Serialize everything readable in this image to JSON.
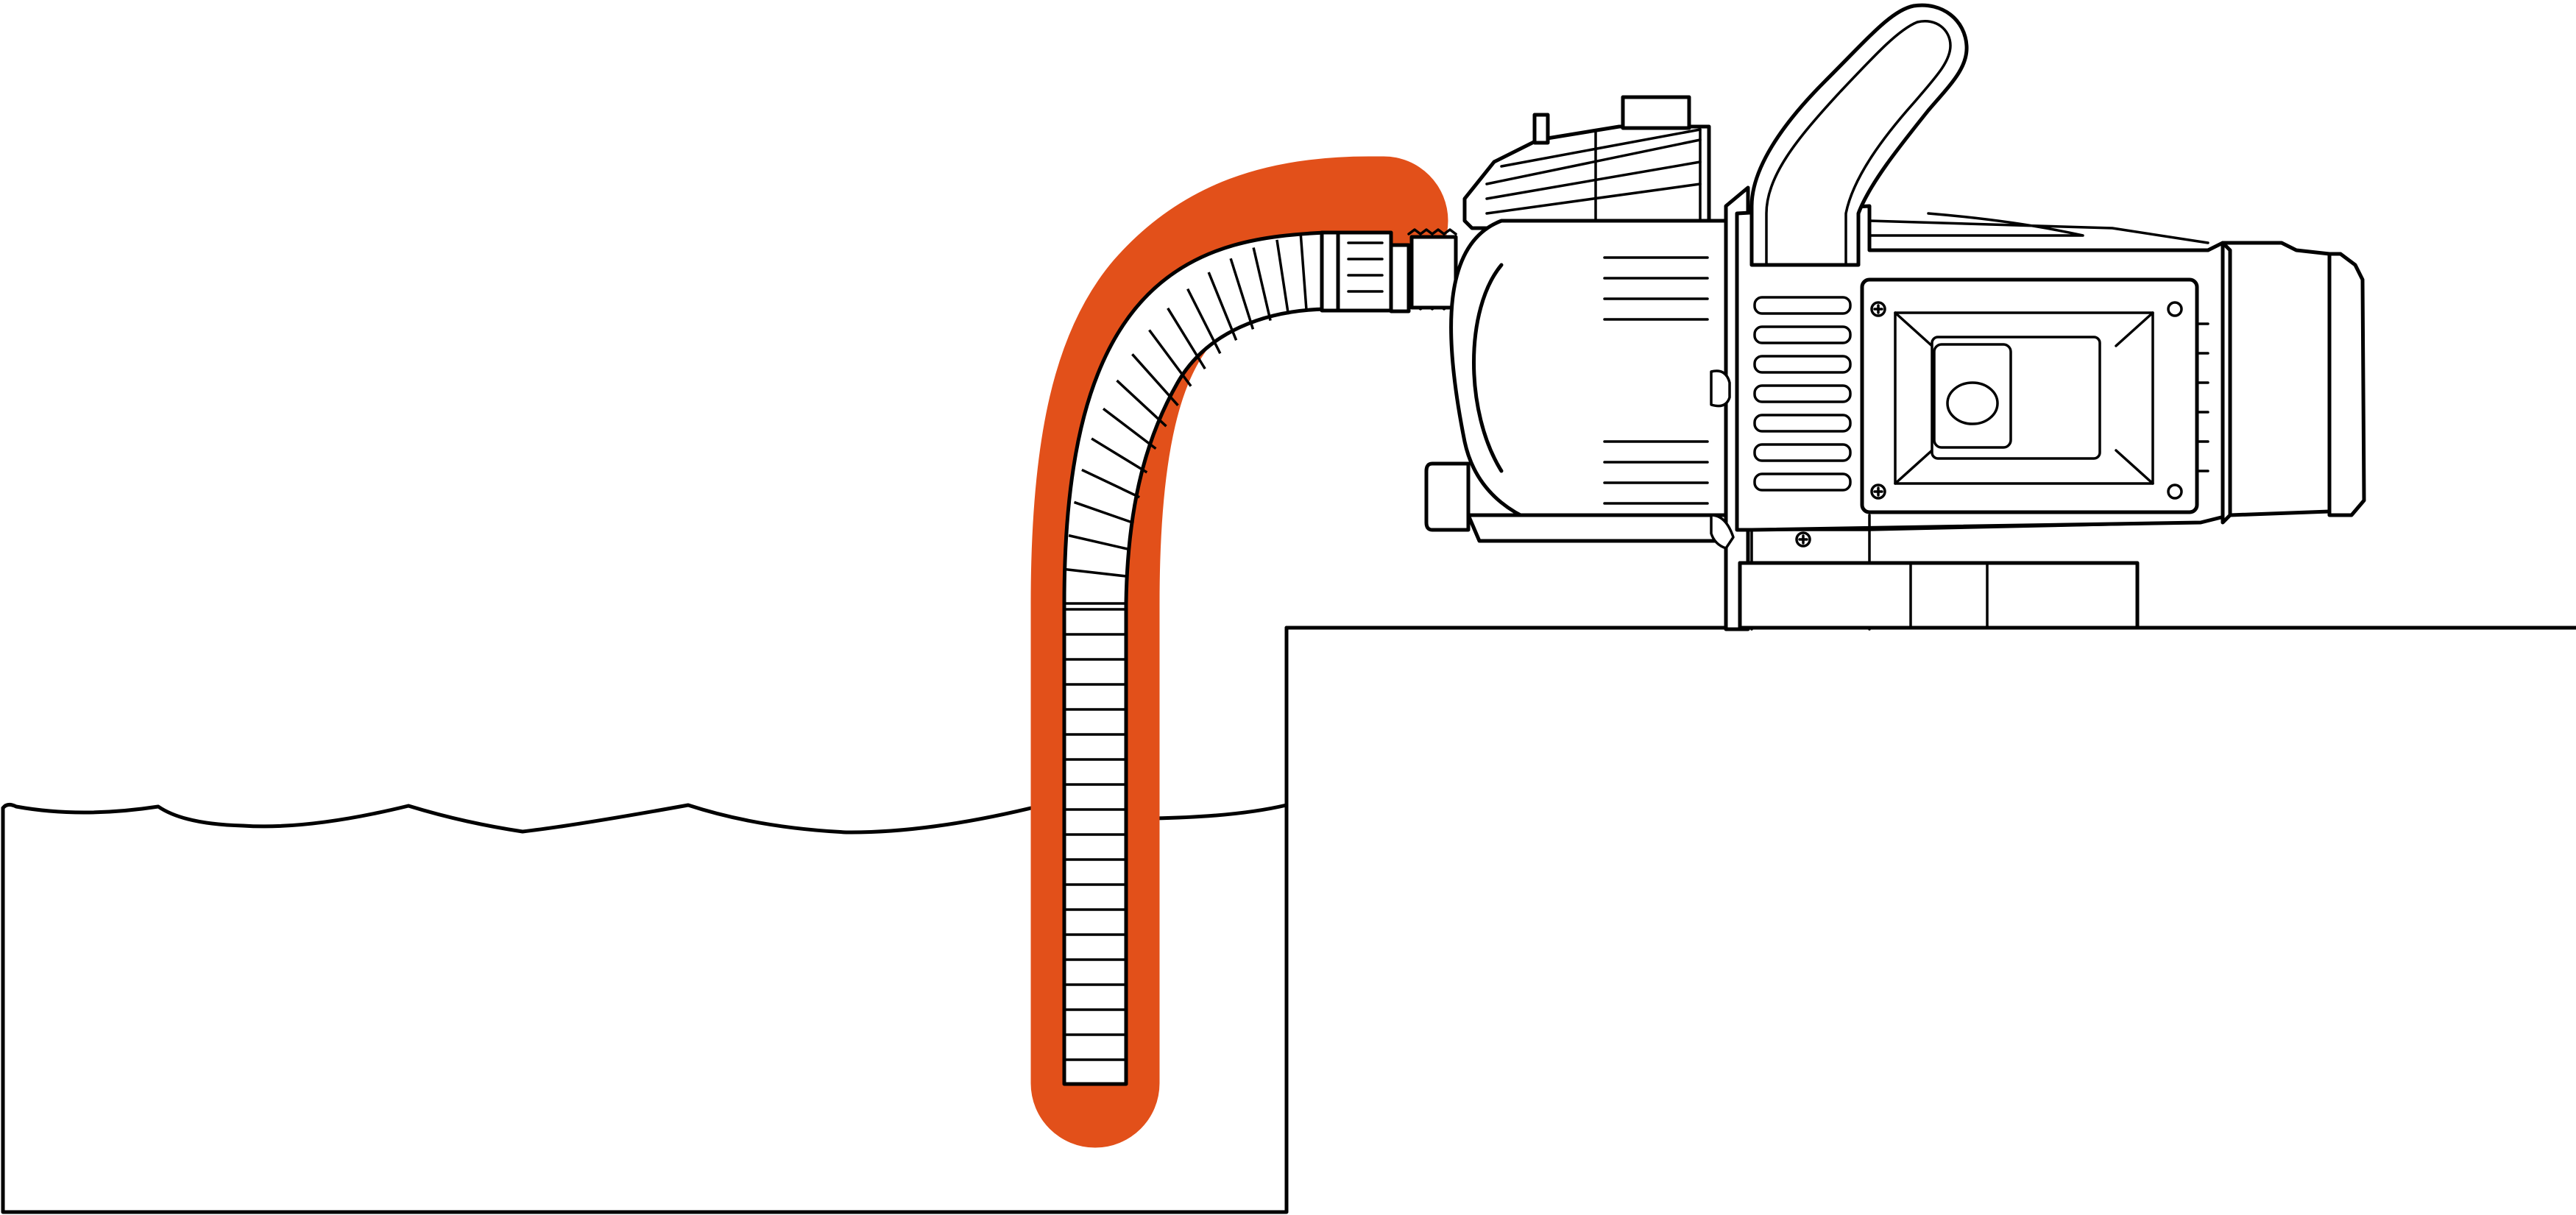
{
  "diagram": {
    "type": "line-illustration",
    "subject": "garden-pump-with-suction-hose",
    "text_labels": [],
    "colors": {
      "line": "#000000",
      "background": "#ffffff",
      "hose_highlight": "#E2501A"
    },
    "highlighted_part": "suction-hose",
    "parts": [
      "water-basin",
      "water-surface",
      "ground-ledge",
      "suction-hose",
      "hose-connector",
      "pump-body",
      "pump-handle",
      "pump-base"
    ]
  }
}
